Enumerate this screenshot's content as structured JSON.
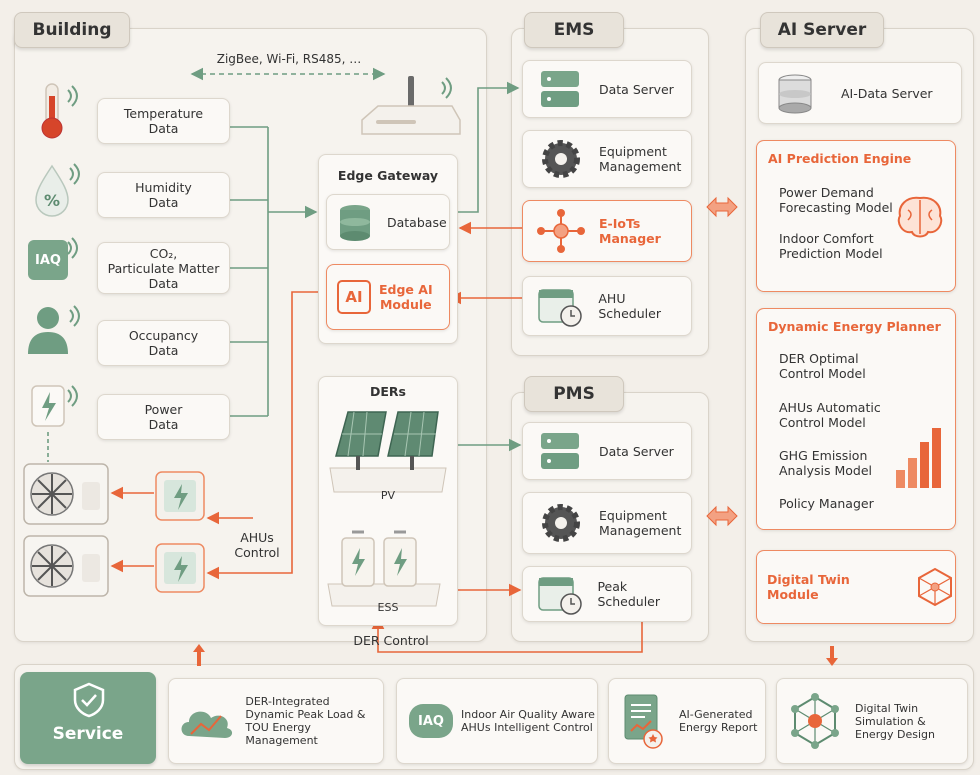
{
  "building": {
    "title": "Building",
    "protocols": "ZigBee, Wi-Fi, RS485, …",
    "sensors": [
      "Temperature\nData",
      "Humidity\nData",
      "CO₂,\nParticulate Matter\nData",
      "Occupancy\nData",
      "Power\nData"
    ],
    "iaq_badge": "IAQ",
    "ahus_control": "AHUs\nControl",
    "edge_gateway": {
      "title": "Edge Gateway",
      "database": "Database",
      "edge_ai": "Edge AI\nModule",
      "ai_chip": "AI"
    },
    "ders": {
      "title": "DERs",
      "pv": "PV",
      "ess": "ESS"
    },
    "der_control": "DER Control"
  },
  "ems": {
    "title": "EMS",
    "items": [
      "Data Server",
      "Equipment\nManagement",
      "E-IoTs\nManager",
      "AHU Scheduler"
    ]
  },
  "pms": {
    "title": "PMS",
    "items": [
      "Data Server",
      "Equipment\nManagement",
      "Peak Scheduler"
    ]
  },
  "ai_server": {
    "title": "AI Server",
    "data_server": "AI-Data Server",
    "prediction_engine": {
      "title": "AI Prediction Engine",
      "items": [
        "Power Demand\nForecasting Model",
        "Indoor Comfort\nPrediction Model"
      ]
    },
    "energy_planner": {
      "title": "Dynamic Energy Planner",
      "items": [
        "DER Optimal\nControl Model",
        "AHUs Automatic\nControl Model",
        "GHG Emission\nAnalysis Model",
        "Policy Manager"
      ]
    },
    "digital_twin": "Digital Twin Module"
  },
  "service": {
    "title": "Service",
    "items": [
      "DER-Integrated\nDynamic Peak Load &\nTOU Energy Management",
      "Indoor Air Quality Aware\nAHUs Intelligent Control",
      "AI-Generated\nEnergy Report",
      "Digital Twin\nSimulation &\nEnergy Design"
    ],
    "iaq_badge": "IAQ"
  },
  "colors": {
    "green": "#6f9d82",
    "orange": "#e8663a",
    "panel": "#f6f3ee"
  }
}
